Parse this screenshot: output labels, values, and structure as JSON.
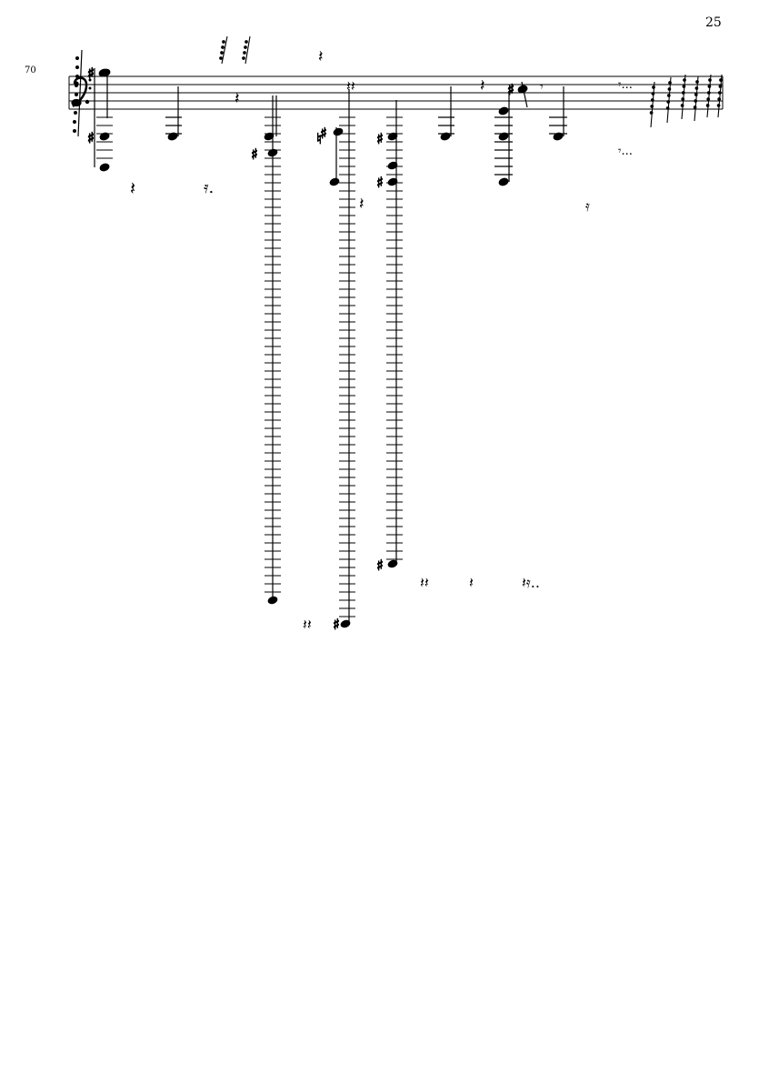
{
  "page": {
    "number": "25"
  },
  "system": {
    "measure_number": "70",
    "clef": "bass-clef"
  },
  "music": {
    "accidentals": [
      "sharp",
      "natural"
    ],
    "symbols": [
      "notehead-icon",
      "quarter-rest-icon",
      "eighth-rest-icon",
      "sixteenth-rest-icon",
      "sharp-icon",
      "natural-icon",
      "bass-clef-icon",
      "ledger-line"
    ]
  }
}
